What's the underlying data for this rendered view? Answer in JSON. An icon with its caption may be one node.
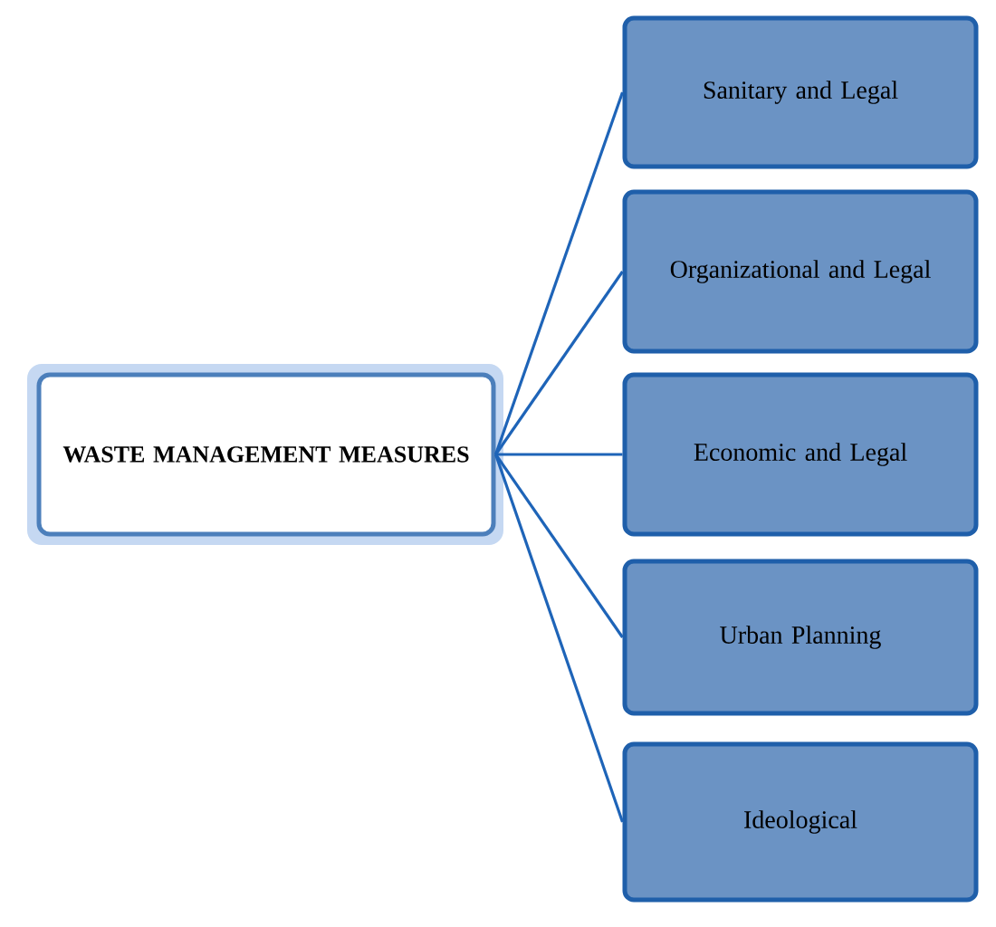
{
  "diagram": {
    "nodes": [
      {
        "text": [
          "WASTE MANAGEMENT MEASURES"
        ]
      },
      {
        "text": [
          "Sanitary and Legal"
        ]
      },
      {
        "text": [
          "Organizational and Legal"
        ]
      },
      {
        "text": [
          "Economic and Legal"
        ]
      },
      {
        "text": [
          "Urban Planning"
        ]
      },
      {
        "text": [
          "Ideological"
        ]
      }
    ],
    "edges": [
      {
        "from": 0,
        "to": 1,
        "arrow": "none"
      },
      {
        "from": 0,
        "to": 2,
        "arrow": "none"
      },
      {
        "from": 0,
        "to": 3,
        "arrow": "none"
      },
      {
        "from": 0,
        "to": 4,
        "arrow": "none"
      },
      {
        "from": 0,
        "to": 5,
        "arrow": "none"
      }
    ]
  }
}
